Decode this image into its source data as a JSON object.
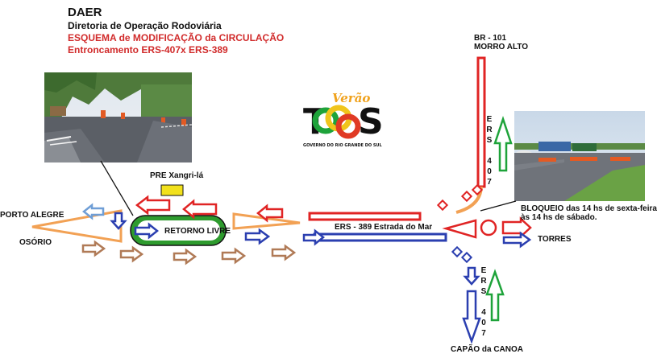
{
  "header": {
    "org": "DAER",
    "department": "Diretoria de Operação Rodoviária",
    "scheme_title": "ESQUEMA de MODIFICAÇÃO da CIRCULAÇÃO",
    "junction": "Entroncamento ERS-407x ERS-389"
  },
  "labels": {
    "north_road": "BR - 101",
    "north_place": "MORRO ALTO",
    "porto_alegre": "PORTO ALEGRE",
    "osorio": "OSÓRIO",
    "pre": "PRE Xangri-lá",
    "retorno": "RETORNO LIVRE",
    "ers389": "ERS - 389 Estrada do Mar",
    "torres": "TORRES",
    "capao": "CAPÃO da CANOA",
    "bloqueio_line1": "BLOQUEIO das 14 hs de sexta-feira",
    "bloqueio_line2": "às 14 hs de sábado."
  },
  "road_vertical_chars": [
    "E",
    "R",
    "S",
    "",
    "4",
    "0",
    "7"
  ],
  "logo": {
    "text": "TODOS",
    "script": "Verão",
    "tagline": "GOVERNO DO RIO GRANDE DO SUL"
  },
  "colors": {
    "red": "#e02424",
    "blue": "#2b3fb0",
    "green": "#1ea33a",
    "orange": "#f2a154",
    "brown": "#b07a56",
    "lightblue": "#6f9ed6",
    "median": "#2e9b2e",
    "pre_box": "#f2e11c"
  },
  "icons": [
    "photo-left-icon",
    "photo-right-icon",
    "todos-logo-icon"
  ]
}
